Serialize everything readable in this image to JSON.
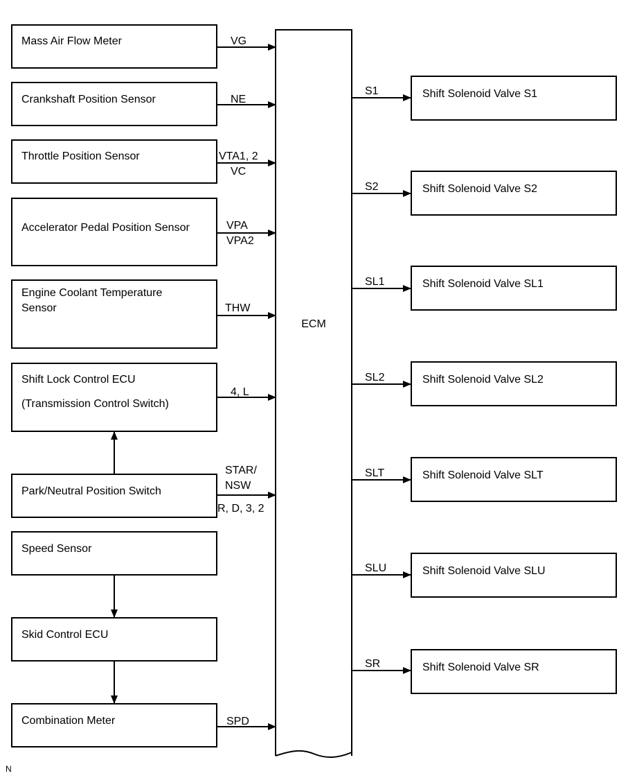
{
  "ecm": {
    "label": "ECM"
  },
  "inputs": [
    {
      "lines": [
        "Mass Air Flow Meter"
      ],
      "signal": [
        "VG"
      ]
    },
    {
      "lines": [
        "Crankshaft Position Sensor"
      ],
      "signal": [
        "NE"
      ]
    },
    {
      "lines": [
        "Throttle Position Sensor"
      ],
      "signal": [
        "VTA1, 2",
        "VC"
      ]
    },
    {
      "lines": [
        "Accelerator Pedal Position Sensor"
      ],
      "signal": [
        "VPA",
        "VPA2"
      ]
    },
    {
      "lines": [
        "Engine Coolant Temperature",
        "Sensor"
      ],
      "signal": [
        "THW"
      ]
    },
    {
      "lines": [
        "Shift Lock Control ECU",
        "(Transmission Control Switch)"
      ],
      "signal": [
        "4, L"
      ]
    },
    {
      "lines": [
        "Park/Neutral Position Switch"
      ],
      "signal": [
        "STAR/",
        "NSW",
        "R, D, 3, 2"
      ]
    },
    {
      "lines": [
        "Speed Sensor"
      ],
      "signal": []
    },
    {
      "lines": [
        "Skid Control ECU"
      ],
      "signal": []
    },
    {
      "lines": [
        "Combination Meter"
      ],
      "signal": [
        "SPD"
      ]
    }
  ],
  "outputs": [
    {
      "label": "Shift Solenoid Valve S1",
      "signal": "S1"
    },
    {
      "label": "Shift Solenoid Valve S2",
      "signal": "S2"
    },
    {
      "label": "Shift Solenoid Valve SL1",
      "signal": "SL1"
    },
    {
      "label": "Shift Solenoid Valve SL2",
      "signal": "SL2"
    },
    {
      "label": "Shift Solenoid Valve SLT",
      "signal": "SLT"
    },
    {
      "label": "Shift Solenoid Valve SLU",
      "signal": "SLU"
    },
    {
      "label": "Shift Solenoid Valve SR",
      "signal": "SR"
    }
  ],
  "footer": {
    "mark": "N"
  }
}
